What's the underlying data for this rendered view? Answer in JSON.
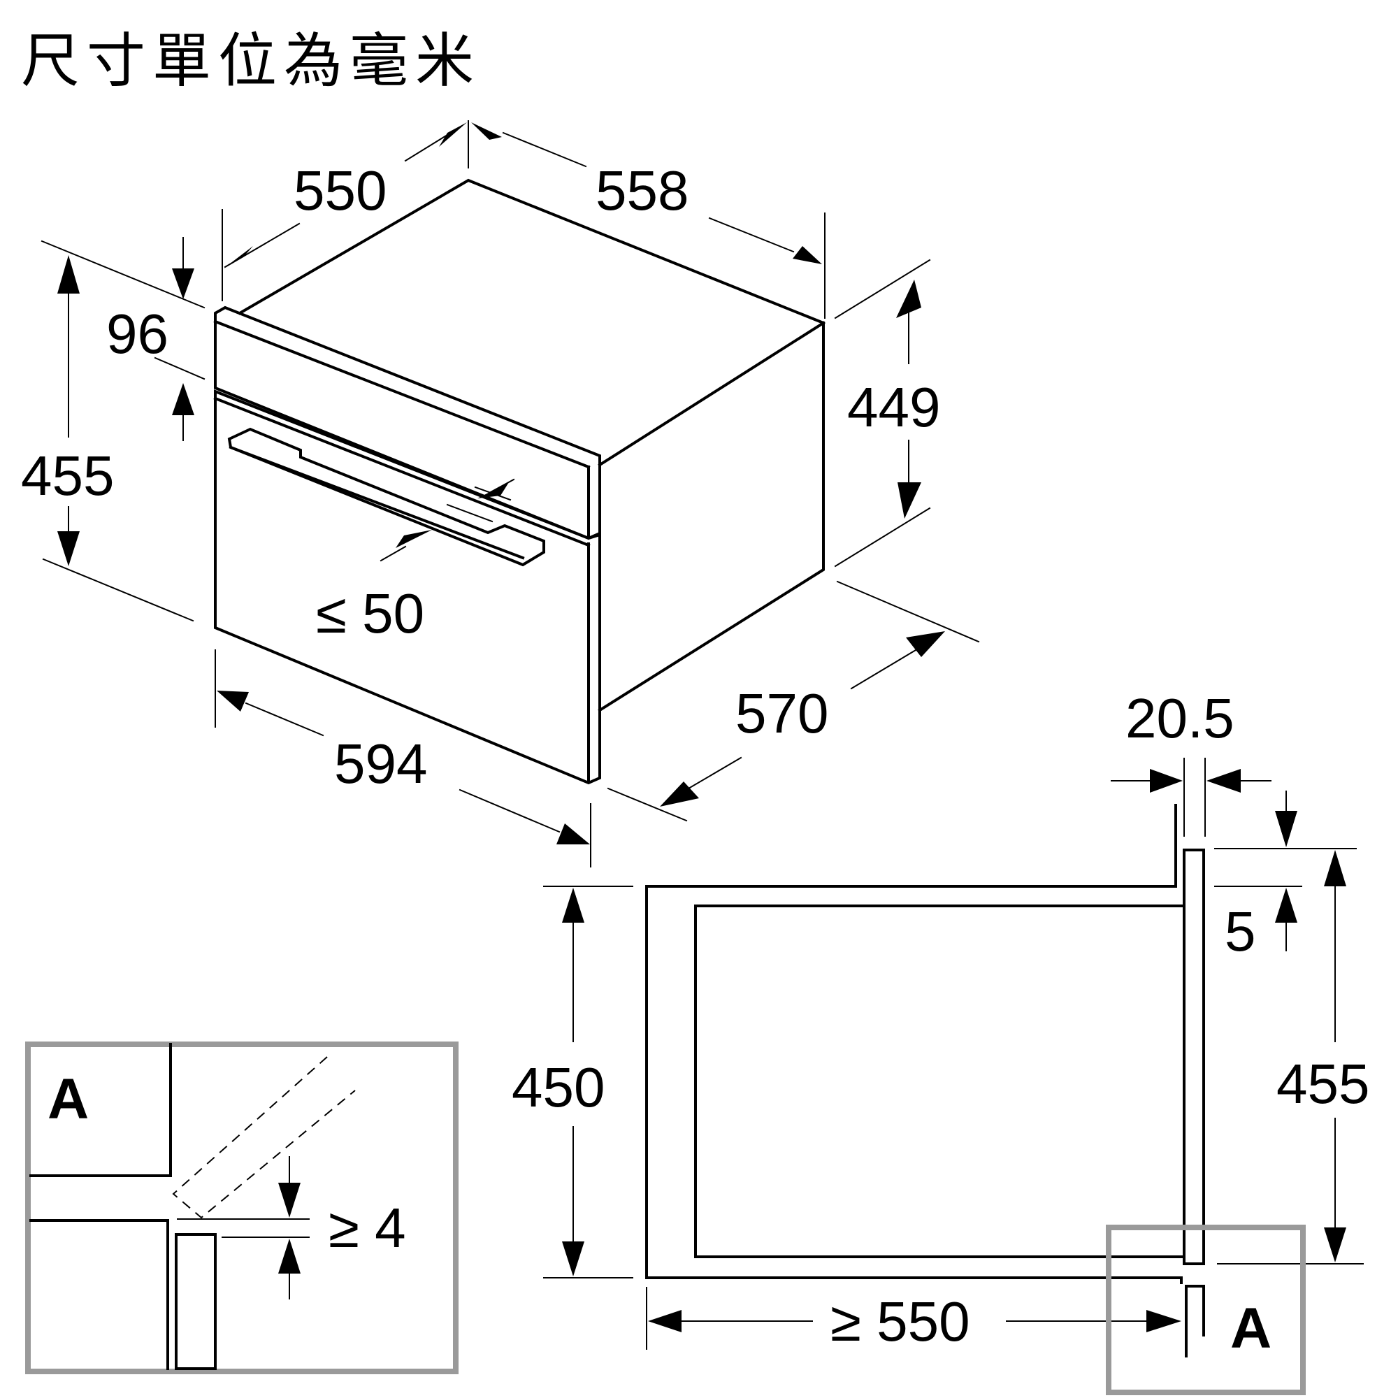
{
  "title": "尺寸單位為毫米",
  "dimensions": {
    "depth_body": "550",
    "depth_total": "558",
    "panel_height": "96",
    "front_height": "455",
    "body_height": "449",
    "handle_gap": "≤ 50",
    "front_width": "594",
    "body_width": "570",
    "front_thickness": "20.5",
    "top_offset": "5",
    "niche_height": "450",
    "side_height": "455",
    "niche_depth": "≥ 550",
    "gap_detail": "≥ 4"
  },
  "labels": {
    "detail_marker": "A",
    "detail_box_label": "A"
  },
  "colors": {
    "line": "#000000",
    "detail_frame": "#9a9a9a"
  }
}
